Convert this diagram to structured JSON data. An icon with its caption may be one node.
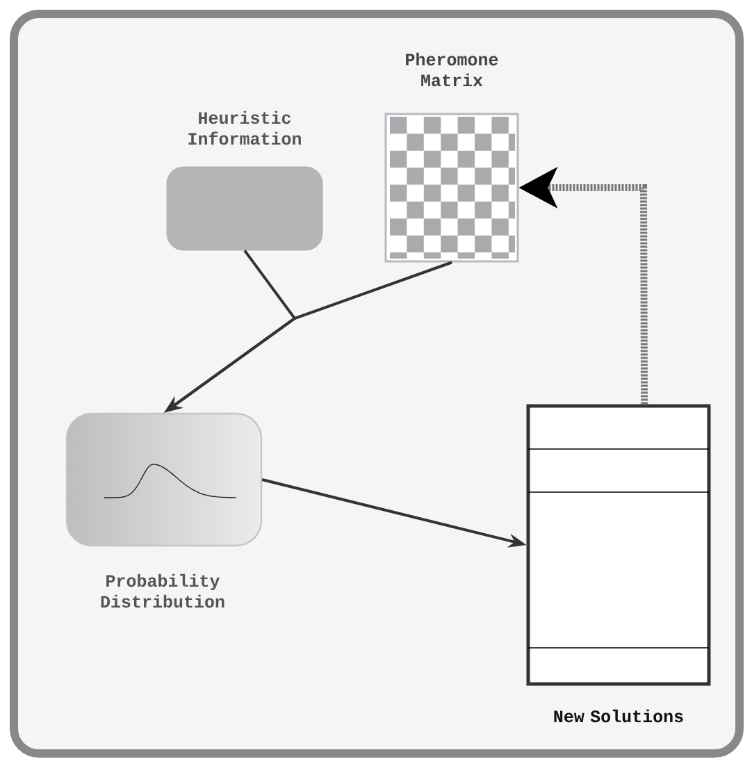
{
  "diagram": {
    "nodes": [
      {
        "text": [
          "Heuristic Information"
        ]
      },
      {
        "text": [
          "Pheromone Matrix"
        ]
      },
      {
        "text": [
          "Probability Distribution"
        ]
      },
      {
        "text": [
          "New Solutions"
        ]
      }
    ],
    "edges": [
      {
        "from": 0,
        "to": 2,
        "arrow": "to"
      },
      {
        "from": 1,
        "to": 2,
        "arrow": "to"
      },
      {
        "from": 2,
        "to": 3,
        "arrow": "to"
      },
      {
        "from": 3,
        "to": 1,
        "arrow": "to",
        "style": "dashed",
        "color": "#777777"
      }
    ]
  }
}
